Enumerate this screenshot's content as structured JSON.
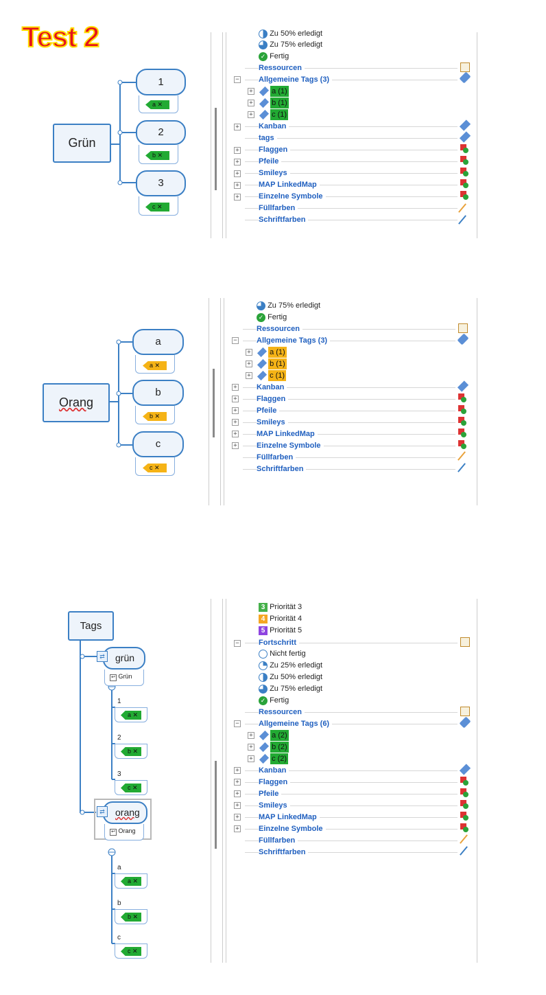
{
  "heading": "Test 2",
  "section1": {
    "root": "Grün",
    "children": [
      {
        "label": "1",
        "tag": "a"
      },
      {
        "label": "2",
        "tag": "b"
      },
      {
        "label": "3",
        "tag": "c"
      }
    ],
    "tag_color": "#22aa33",
    "panel": {
      "top_items": [
        "Zu 50% erledigt",
        "Zu 75% erledigt",
        "Fertig"
      ],
      "ressourcen": "Ressourcen",
      "allgemeine_tags": "Allgemeine Tags (3)",
      "tag_items": [
        "a (1)",
        "b (1)",
        "c (1)"
      ],
      "categories": [
        "Kanban",
        "tags",
        "Flaggen",
        "Pfeile",
        "Smileys",
        "MAP LinkedMap",
        "Einzelne Symbole",
        "Füllfarben",
        "Schriftfarben"
      ]
    }
  },
  "section2": {
    "root": "Orang",
    "children": [
      {
        "label": "a",
        "tag": "a"
      },
      {
        "label": "b",
        "tag": "b"
      },
      {
        "label": "c",
        "tag": "c"
      }
    ],
    "tag_color": "#f5b316",
    "panel": {
      "top_items": [
        "Zu 75% erledigt",
        "Fertig"
      ],
      "ressourcen": "Ressourcen",
      "allgemeine_tags": "Allgemeine Tags (3)",
      "tag_items": [
        "a (1)",
        "b (1)",
        "c (1)"
      ],
      "categories": [
        "Kanban",
        "Flaggen",
        "Pfeile",
        "Smileys",
        "MAP LinkedMap",
        "Einzelne Symbole",
        "Füllfarben",
        "Schriftfarben"
      ]
    }
  },
  "section3": {
    "root": "Tags",
    "gruen": {
      "label": "grün",
      "sub": "Grün",
      "items": [
        {
          "label": "1",
          "tag": "a"
        },
        {
          "label": "2",
          "tag": "b"
        },
        {
          "label": "3",
          "tag": "c"
        }
      ]
    },
    "orang": {
      "label": "orang",
      "sub": "Orang",
      "items": [
        {
          "label": "a",
          "tag": "a"
        },
        {
          "label": "b",
          "tag": "b"
        },
        {
          "label": "c",
          "tag": "c"
        }
      ]
    },
    "tag_color": "#22aa33",
    "panel": {
      "priorities": [
        {
          "num": "3",
          "label": "Priorität 3",
          "color": "#45b04a"
        },
        {
          "num": "4",
          "label": "Priorität 4",
          "color": "#f5a623"
        },
        {
          "num": "5",
          "label": "Priorität 5",
          "color": "#8e44e0"
        }
      ],
      "fortschritt": "Fortschritt",
      "progress_items": [
        "Nicht fertig",
        "Zu 25% erledigt",
        "Zu 50% erledigt",
        "Zu 75% erledigt",
        "Fertig"
      ],
      "ressourcen": "Ressourcen",
      "allgemeine_tags": "Allgemeine Tags (6)",
      "tag_items": [
        "a (2)",
        "b (2)",
        "c (2)"
      ],
      "categories": [
        "Kanban",
        "Flaggen",
        "Pfeile",
        "Smileys",
        "MAP LinkedMap",
        "Einzelne Symbole",
        "Füllfarben",
        "Schriftfarben"
      ]
    }
  }
}
